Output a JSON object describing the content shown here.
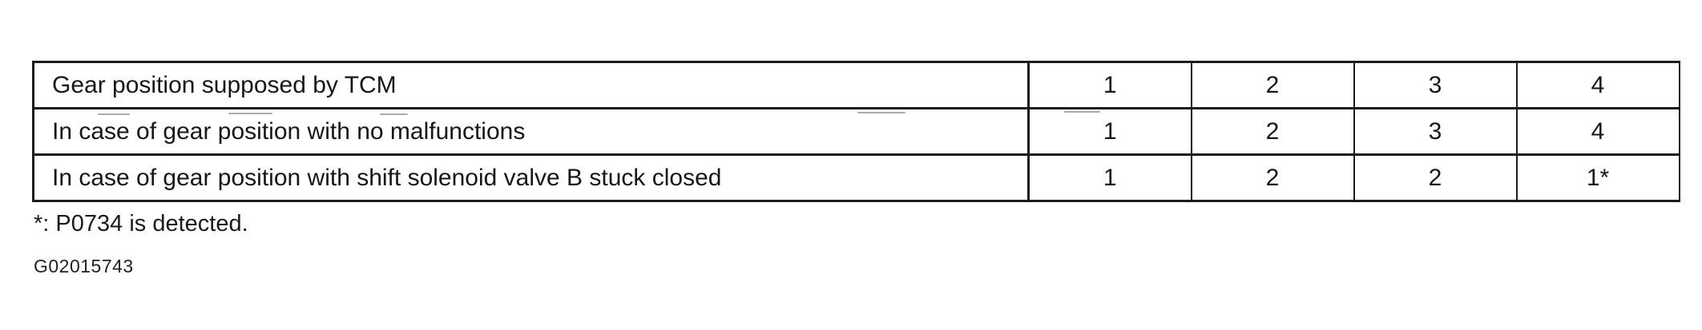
{
  "table": {
    "rows": [
      {
        "label": "Gear position supposed by TCM",
        "values": [
          "1",
          "2",
          "3",
          "4"
        ]
      },
      {
        "label": "In case of gear position with no malfunctions",
        "values": [
          "1",
          "2",
          "3",
          "4"
        ]
      },
      {
        "label": "In case of gear position with shift solenoid valve B stuck closed",
        "values": [
          "1",
          "2",
          "2",
          "1*"
        ]
      }
    ]
  },
  "footnote": "*: P0734 is detected.",
  "figure_id": "G02015743"
}
